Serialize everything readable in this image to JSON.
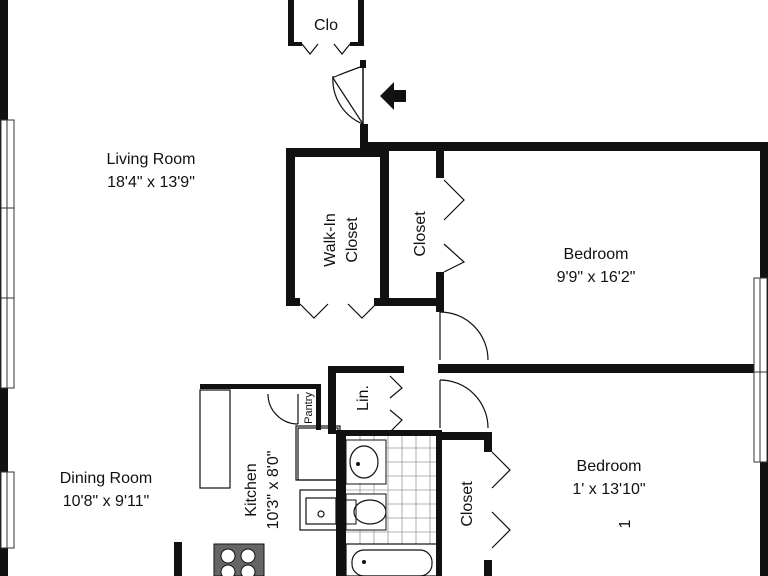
{
  "colors": {
    "wall": "#111111",
    "tile_grid": "#9a9a9a",
    "background": "#ffffff"
  },
  "rooms": {
    "clo": {
      "name": "Clo"
    },
    "living_room": {
      "name": "Living Room",
      "size": "18'4\" x 13'9\""
    },
    "walk_in_closet": {
      "line1": "Walk-In",
      "line2": "Closet"
    },
    "closet_top": {
      "name": "Closet"
    },
    "bedroom_1": {
      "name": "Bedroom",
      "size": "9'9\" x 16'2\""
    },
    "linen": {
      "name": "Lin."
    },
    "pantry": {
      "name": "Pantry"
    },
    "kitchen": {
      "name": "Kitchen",
      "size": "10'3\" x 8'0\""
    },
    "dining_room": {
      "name": "Dining Room",
      "size": "10'8\" x 9'11\""
    },
    "bedroom_2": {
      "name": "Bedroom",
      "size": "1' x 13'10\"",
      "mark": "1"
    },
    "closet_bottom": {
      "name": "Closet"
    }
  },
  "icons": {
    "entry": "entry-arrow-icon"
  }
}
